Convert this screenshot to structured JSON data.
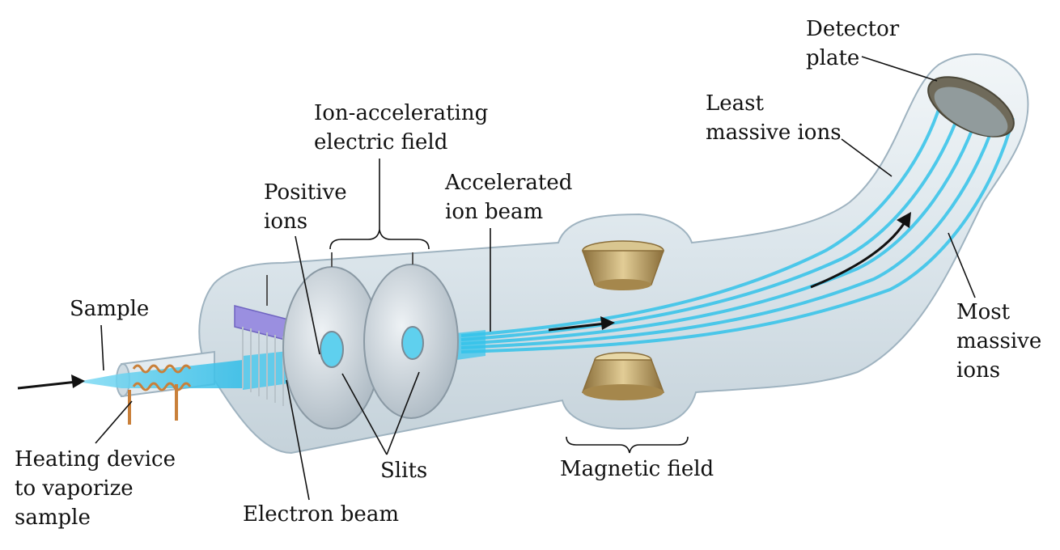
{
  "labels": {
    "detector_plate": [
      "Detector",
      "plate"
    ],
    "least_massive_ions": [
      "Least",
      "massive ions"
    ],
    "ion_accelerating_field": [
      "Ion-accelerating",
      "electric field"
    ],
    "positive_ions": [
      "Positive",
      "ions"
    ],
    "accelerated_ion_beam": [
      "Accelerated",
      "ion beam"
    ],
    "sample": [
      "Sample"
    ],
    "most_massive_ions": [
      "Most",
      "massive",
      "ions"
    ],
    "heating_device": [
      "Heating device",
      "to vaporize",
      "sample"
    ],
    "slits": [
      "Slits"
    ],
    "electron_beam": [
      "Electron beam"
    ],
    "magnetic_field": [
      "Magnetic field"
    ]
  },
  "colors": {
    "tube_fill": "#dfe8ee",
    "tube_stroke": "#9fb3c0",
    "beam": "#33c3ea",
    "beam_light": "#8ae2f7",
    "disk": "#c9d2d9",
    "magnet": "#b89a5c",
    "coil": "#c9803a",
    "electron_plate": "#9a8fe0",
    "detector": "#6f6a5a"
  },
  "icons": {
    "incoming_arrow": "arrow-right-icon",
    "beam_arrow": "arrow-right-icon",
    "curve_arrow": "arrow-up-right-icon"
  }
}
